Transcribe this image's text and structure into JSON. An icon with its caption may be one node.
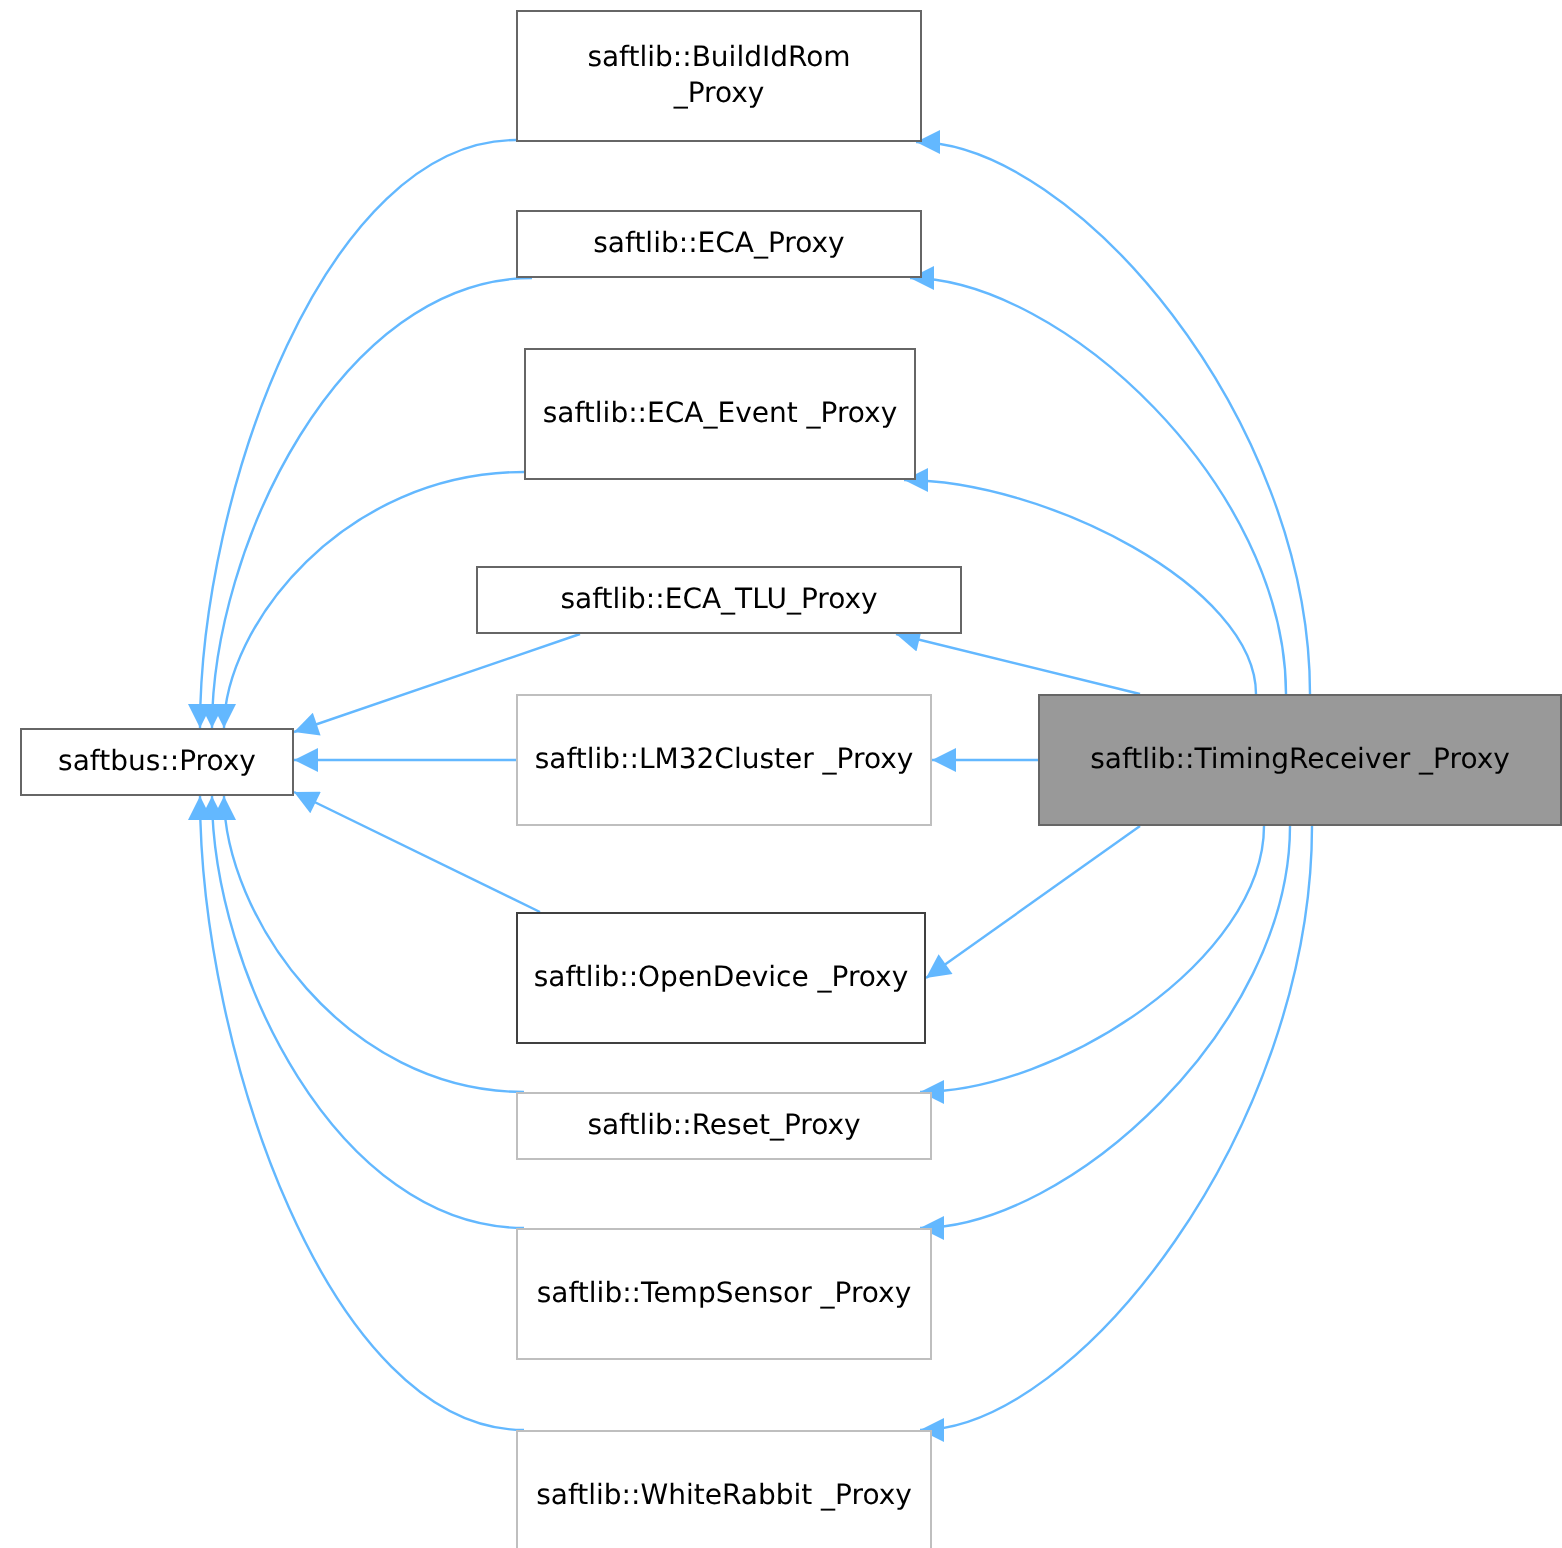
{
  "diagram": {
    "nodes": [
      {
        "text": [
          "saftbus::Proxy"
        ]
      },
      {
        "text": [
          "saftlib::BuildIdRom _Proxy"
        ]
      },
      {
        "text": [
          "saftlib::ECA_Proxy"
        ]
      },
      {
        "text": [
          "saftlib::ECA_Event _Proxy"
        ]
      },
      {
        "text": [
          "saftlib::ECA_TLU_Proxy"
        ]
      },
      {
        "text": [
          "saftlib::LM32Cluster _Proxy"
        ]
      },
      {
        "text": [
          "saftlib::OpenDevice _Proxy"
        ]
      },
      {
        "text": [
          "saftlib::Reset_Proxy"
        ]
      },
      {
        "text": [
          "saftlib::TempSensor _Proxy"
        ]
      },
      {
        "text": [
          "saftlib::WhiteRabbit _Proxy"
        ]
      },
      {
        "text": [
          "saftlib::TimingReceiver _Proxy"
        ]
      }
    ],
    "edges": [
      {
        "from": 1,
        "to": 0,
        "arrow": "to"
      },
      {
        "from": 2,
        "to": 0,
        "arrow": "to"
      },
      {
        "from": 3,
        "to": 0,
        "arrow": "to"
      },
      {
        "from": 4,
        "to": 0,
        "arrow": "to"
      },
      {
        "from": 5,
        "to": 0,
        "arrow": "to"
      },
      {
        "from": 6,
        "to": 0,
        "arrow": "to"
      },
      {
        "from": 7,
        "to": 0,
        "arrow": "to"
      },
      {
        "from": 8,
        "to": 0,
        "arrow": "to"
      },
      {
        "from": 9,
        "to": 0,
        "arrow": "to"
      },
      {
        "from": 10,
        "to": 1,
        "arrow": "to"
      },
      {
        "from": 10,
        "to": 2,
        "arrow": "to"
      },
      {
        "from": 10,
        "to": 3,
        "arrow": "to"
      },
      {
        "from": 10,
        "to": 4,
        "arrow": "to"
      },
      {
        "from": 10,
        "to": 5,
        "arrow": "to"
      },
      {
        "from": 10,
        "to": 6,
        "arrow": "to"
      },
      {
        "from": 10,
        "to": 7,
        "arrow": "to"
      },
      {
        "from": 10,
        "to": 8,
        "arrow": "to"
      },
      {
        "from": 10,
        "to": 9,
        "arrow": "to"
      }
    ]
  }
}
